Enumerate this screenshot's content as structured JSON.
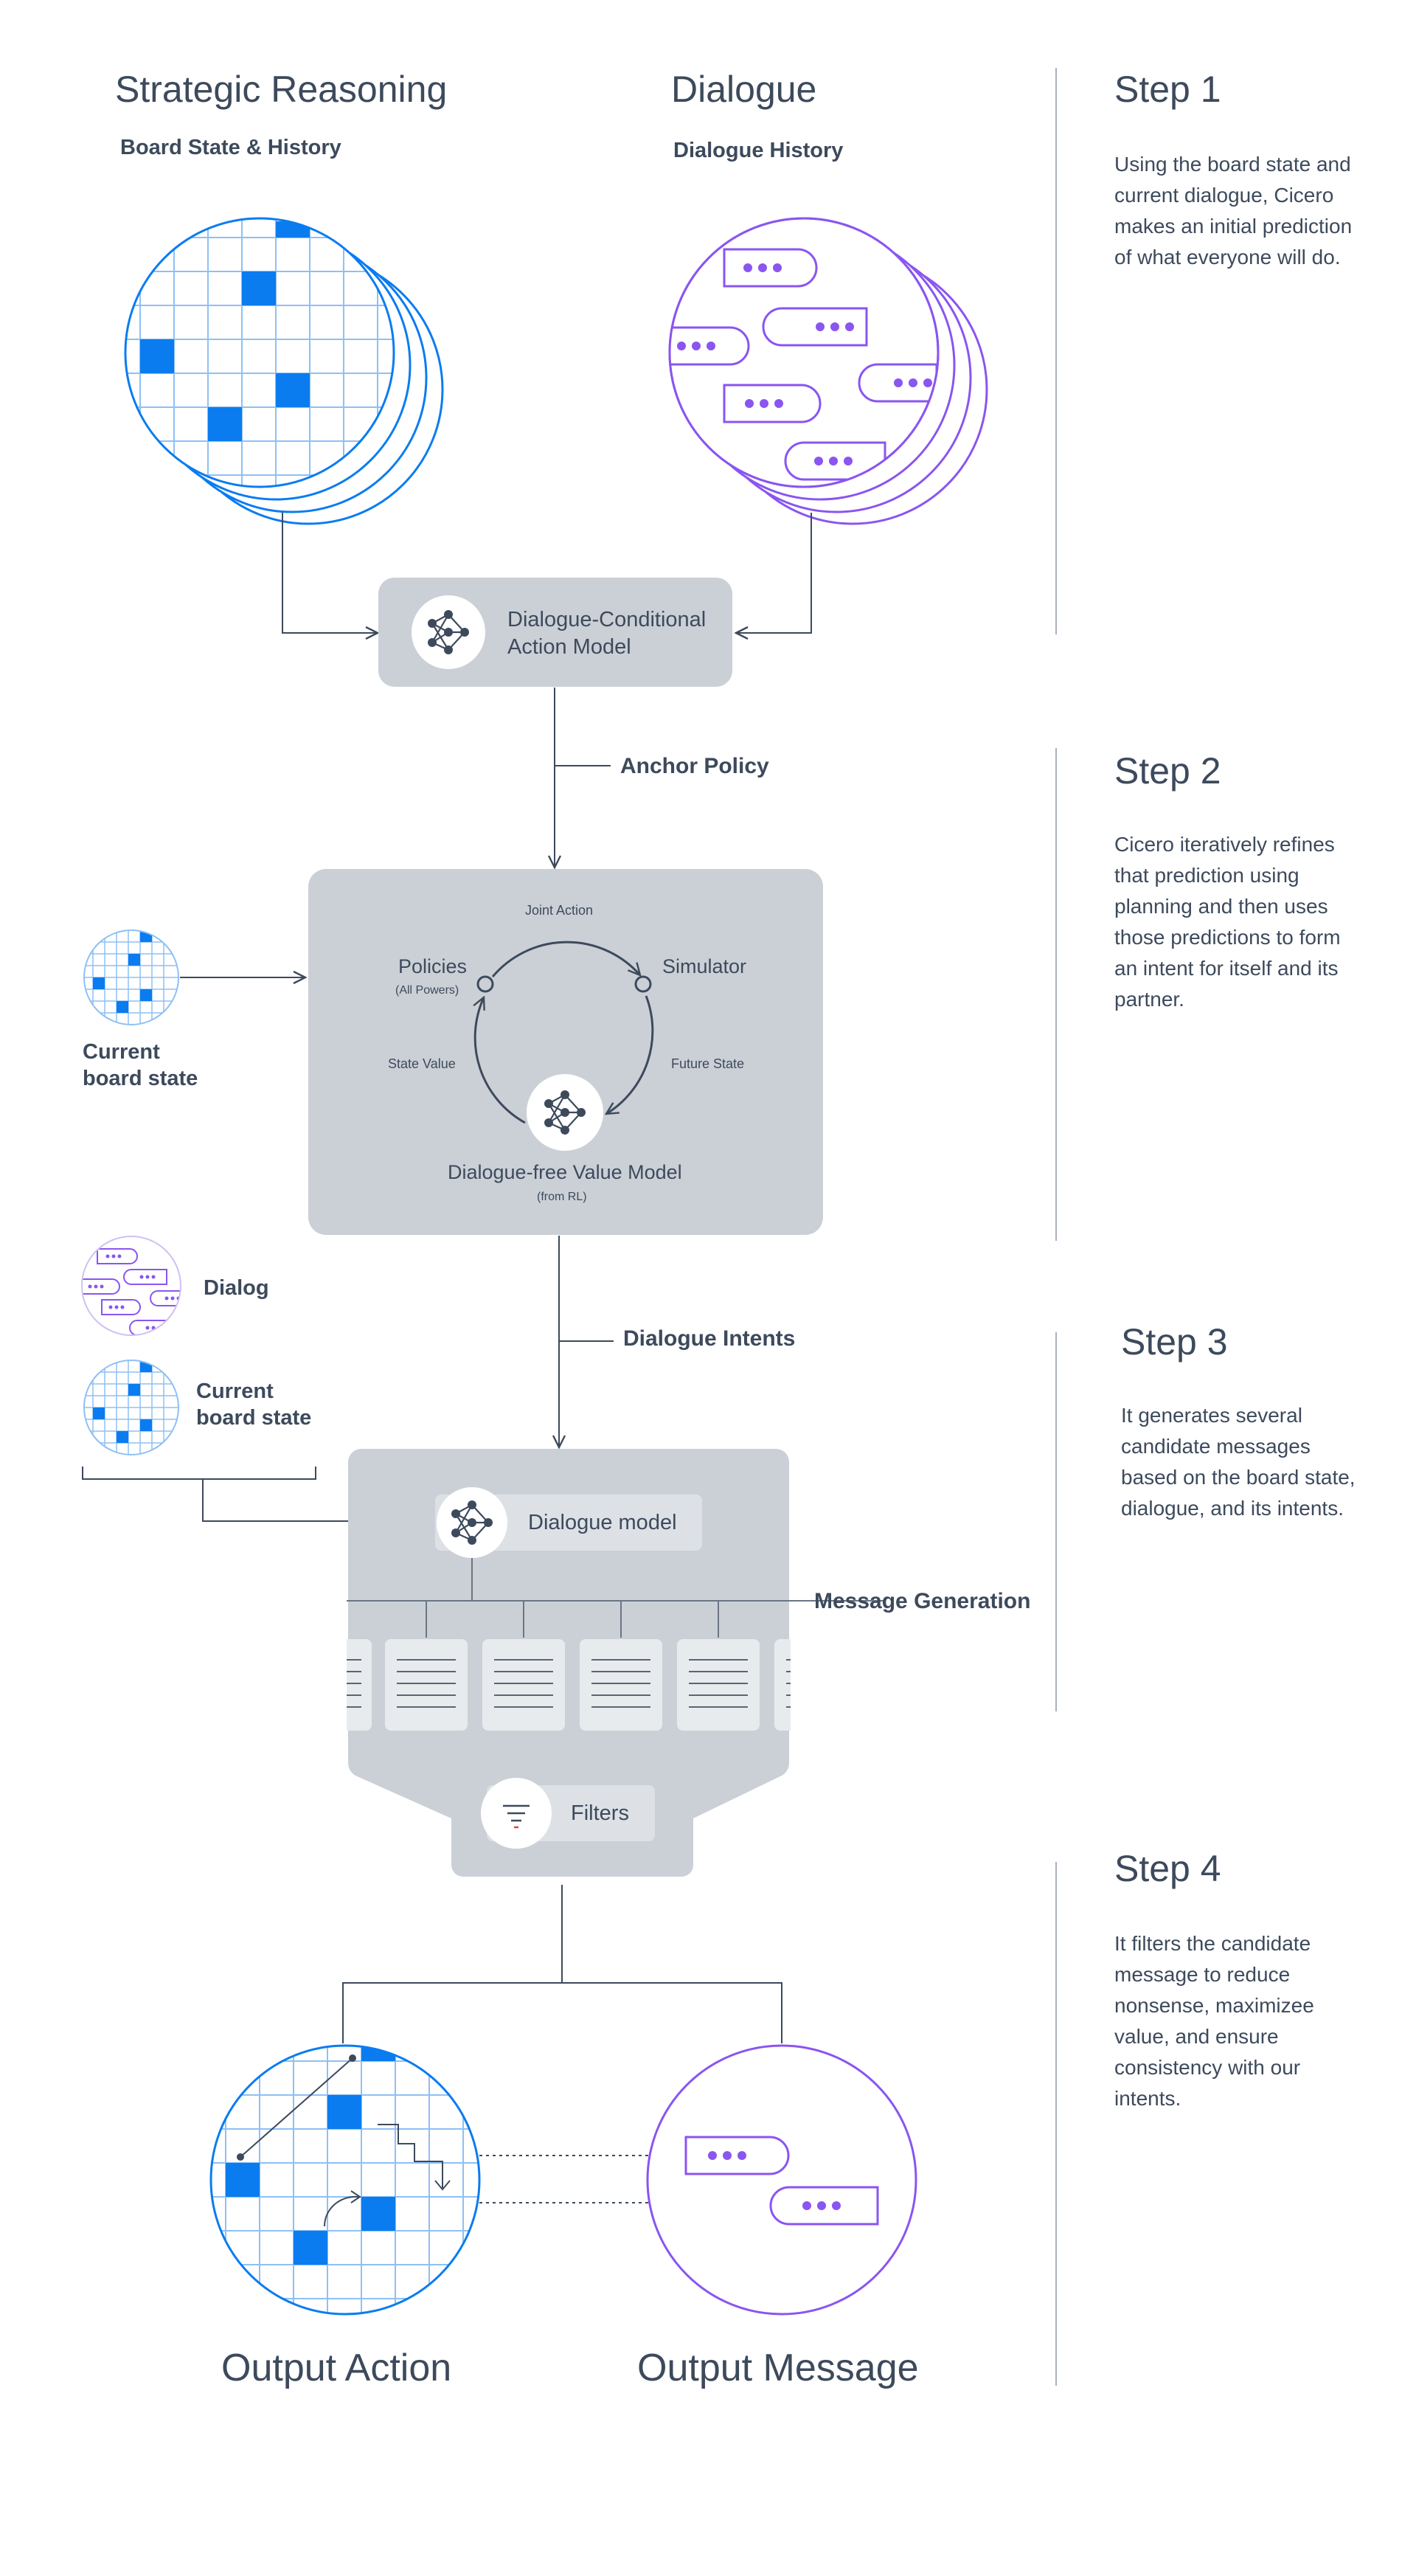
{
  "headers": {
    "strategic_title": "Strategic Reasoning",
    "strategic_sub": "Board State & History",
    "dialogue_title": "Dialogue",
    "dialogue_sub": "Dialogue History"
  },
  "steps": [
    {
      "title": "Step 1",
      "text": "Using the board state and current dialogue, Cicero makes an initial prediction of what everyone will do."
    },
    {
      "title": "Step 2",
      "text": "Cicero iteratively refines that prediction using planning and then uses those predictions to form an intent for itself and its partner."
    },
    {
      "title": "Step 3",
      "text": "It generates several candidate messages based on the board state, dialogue, and its intents."
    },
    {
      "title": "Step 4",
      "text": "It filters the candidate message to reduce nonsense, maximizee value, and ensure consistency with our intents."
    }
  ],
  "action_model": {
    "line1": "Dialogue-Conditional",
    "line2": "Action Model"
  },
  "anchor_policy": "Anchor Policy",
  "planning": {
    "joint_action": "Joint Action",
    "policies": "Policies",
    "all_powers": "(All Powers)",
    "simulator": "Simulator",
    "state_value": "State Value",
    "future_state": "Future State",
    "value_model": "Dialogue-free Value Model",
    "from_rl": "(from RL)"
  },
  "current_board_state_1": {
    "line1": "Current",
    "line2": "board state"
  },
  "dialog_label": "Dialog",
  "current_board_state_2": {
    "line1": "Current",
    "line2": "board state"
  },
  "dialogue_intents": "Dialogue Intents",
  "dialogue_model": "Dialogue model",
  "message_generation": "Message Generation",
  "filters": "Filters",
  "outputs": {
    "action": "Output Action",
    "message": "Output Message"
  },
  "icons": [
    "neural-network-icon",
    "filter-icon",
    "message-bubble-icon",
    "game-board-icon",
    "document-icon"
  ],
  "colors": {
    "blue": "#0a7cf0",
    "purple": "#8a55f0",
    "box": "#cbd0d6",
    "text": "#3d4a5c"
  }
}
